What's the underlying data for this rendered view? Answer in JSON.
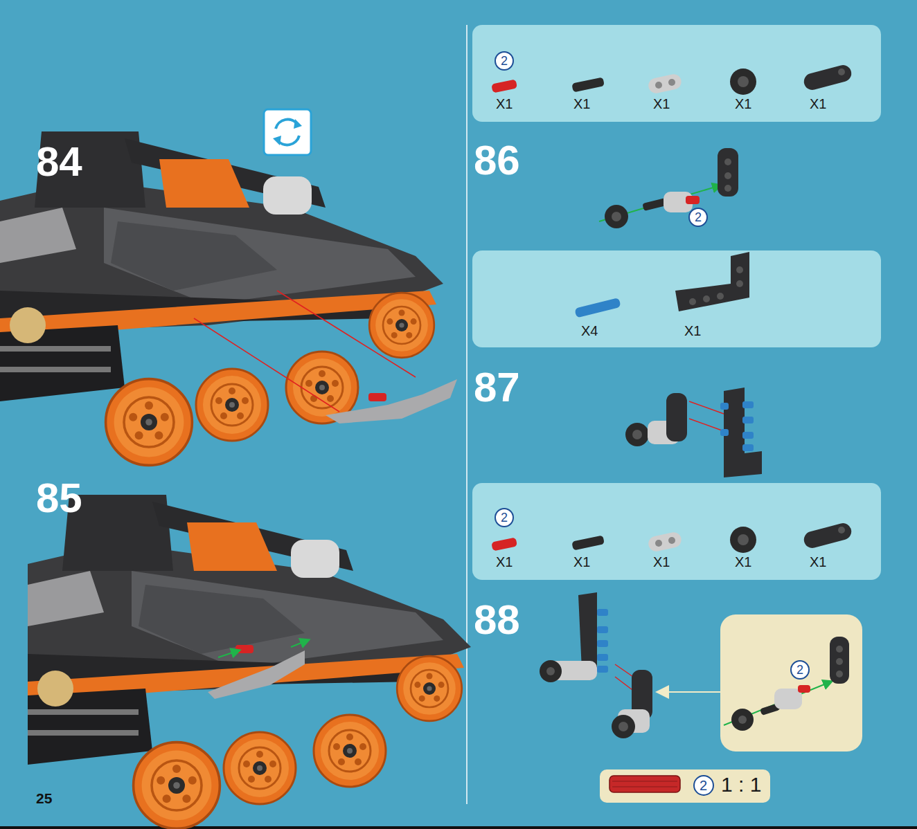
{
  "diagram": {
    "nodes": [
      {
        "text": [
          "X1",
          "X1",
          "X1",
          "X1",
          "X1"
        ]
      },
      {
        "text": [
          "2"
        ],
        "in": 0
      },
      {
        "text": [
          "2"
        ]
      },
      {
        "text": [
          "X4",
          "X1"
        ]
      },
      {
        "text": [
          "X1",
          "X1",
          "X1",
          "X1",
          "X1"
        ]
      },
      {
        "text": [
          "2"
        ],
        "in": 4
      },
      {
        "text": [
          "2"
        ]
      },
      {
        "text": [
          "1 : 1"
        ]
      },
      {
        "text": [
          "2"
        ],
        "in": 7
      }
    ],
    "labels": [
      "84",
      "85",
      "86",
      "87",
      "88",
      "25"
    ]
  }
}
